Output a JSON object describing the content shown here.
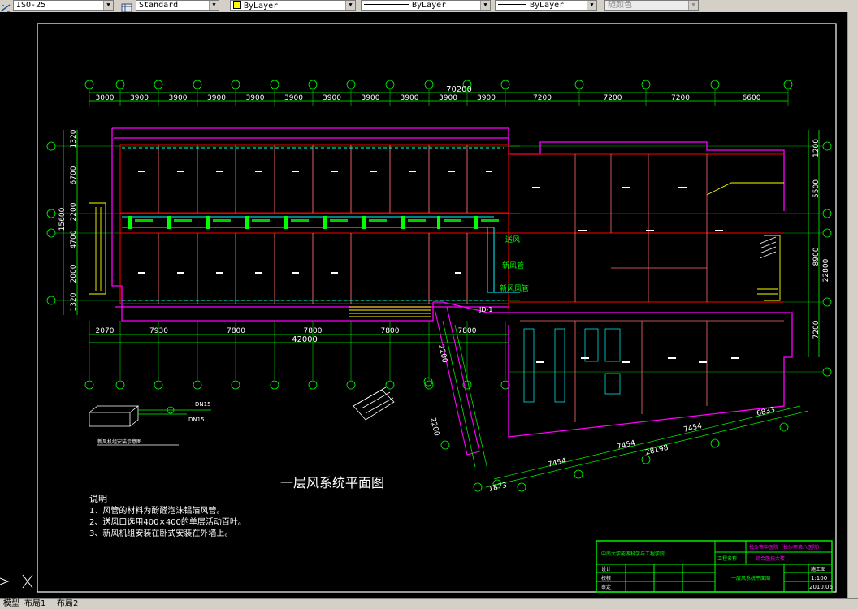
{
  "toolbar": {
    "dimstyle": "ISO-25",
    "tablestyle": "Standard",
    "layer_color": "ByLayer",
    "linetype": "ByLayer",
    "lineweight": "ByLayer",
    "plotstyle": "随颜色"
  },
  "drawing": {
    "title": "一层风系统平面图",
    "notes_heading": "说明",
    "notes": [
      "1、风管的材料为酚醛泡沫铝箔风管。",
      "2、送风口选用400×400的单层活动百叶。",
      "3、新风机组安装在卧式安装在外墙上。"
    ],
    "top_total": "70200",
    "top_dims": [
      "3000",
      "3900",
      "3900",
      "3900",
      "3900",
      "3900",
      "3900",
      "3900",
      "3900",
      "3900",
      "3900",
      "7200",
      "7200",
      "7200",
      "6600"
    ],
    "bottom_total": "42000",
    "bottom_dims": [
      "2070",
      "7930",
      "7800",
      "7800",
      "7800",
      "7800"
    ],
    "left_dims": [
      "1320",
      "6700",
      "2200",
      "4700",
      "2000",
      "1320"
    ],
    "left_total": "15600",
    "right_dims": [
      "1200",
      "5500",
      "8900",
      "7200"
    ],
    "right_total": "22800",
    "diag_dims": [
      "7454",
      "7454",
      "7454",
      "6833"
    ],
    "diag_total": "28198",
    "wing_dims": [
      "2200",
      "1873",
      "2200"
    ],
    "pipe_labels": [
      "DN15",
      "DN15"
    ],
    "detail_caption": "新风机组安装示意图",
    "unit_label": "JD-1",
    "title_block": {
      "institution": "中南大学能源科学与工程学院",
      "project_label": "工程名称",
      "client": "长沙市中医院（长沙市第八医院）",
      "subproject": "综合医技大楼",
      "drawing_name": "一层风系统平面图",
      "design_label": "设计",
      "check_label": "校核",
      "audit_label": "审定",
      "stage": "施工图",
      "scale": "1:100",
      "date": "2010.06"
    }
  },
  "tabs": [
    "模型",
    "布局1",
    "布局2"
  ]
}
